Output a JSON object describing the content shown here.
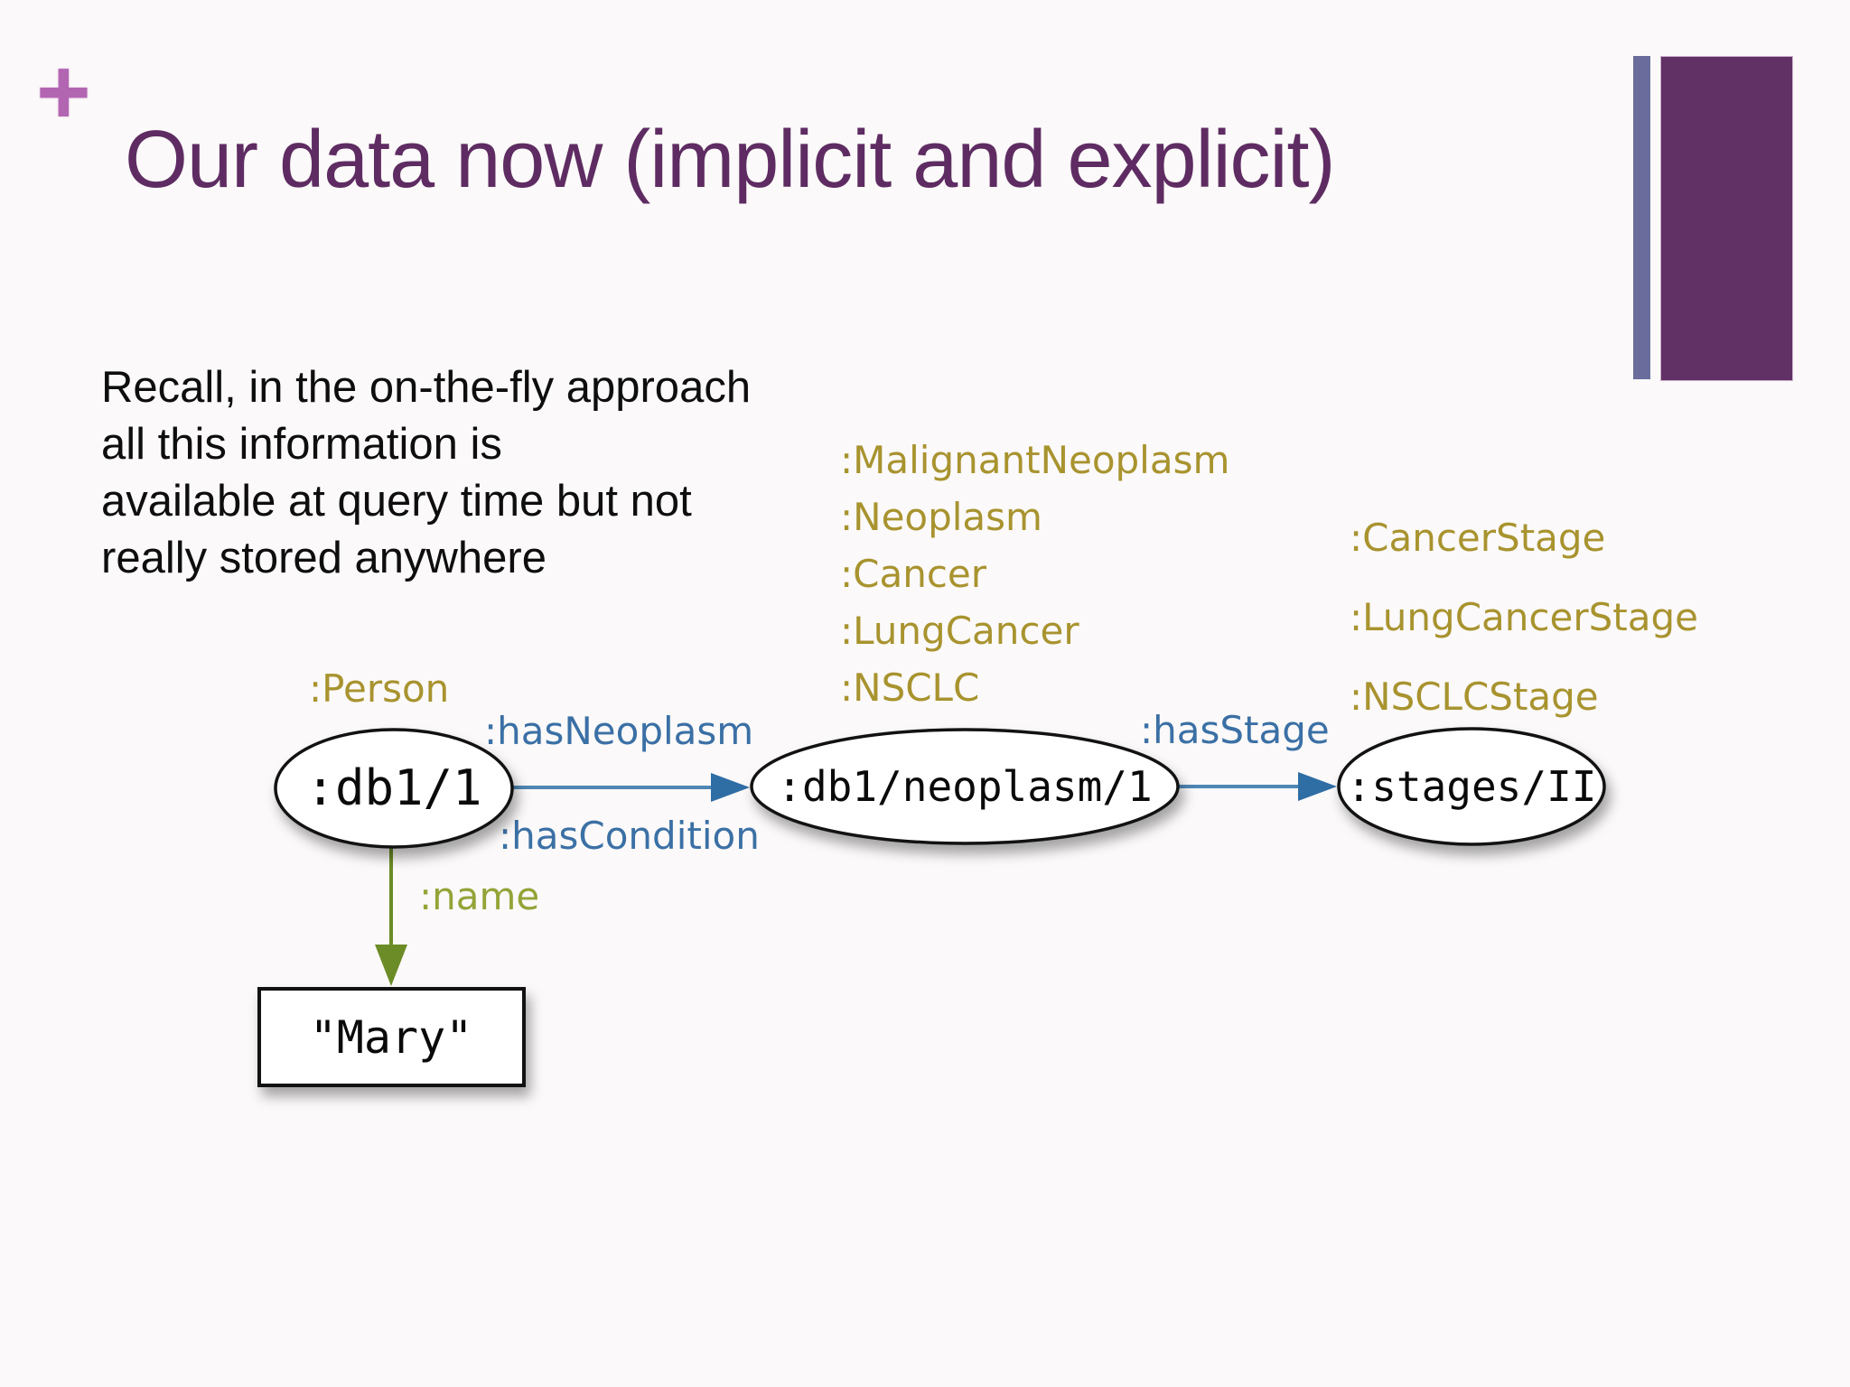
{
  "slide": {
    "plus_glyph": "+",
    "title": "Our data now (implicit and explicit)",
    "body_text": "Recall, in the on-the-fly approach\nall this information is\navailable at query time but not\nreally stored anywhere"
  },
  "diagram": {
    "person_type_label": ":Person",
    "neoplasm_type_labels": [
      ":MalignantNeoplasm",
      ":Neoplasm",
      ":Cancer",
      ":LungCancer",
      ":NSCLC"
    ],
    "stage_type_labels": [
      ":CancerStage",
      ":LungCancerStage",
      ":NSCLCStage"
    ],
    "edges": {
      "has_neoplasm": ":hasNeoplasm",
      "has_condition": ":hasCondition",
      "has_stage": ":hasStage",
      "name": ":name"
    },
    "nodes": {
      "person": ":db1/1",
      "neoplasm": ":db1/neoplasm/1",
      "stage": ":stages/II",
      "name_literal": "\"Mary\""
    }
  },
  "colors": {
    "title_purple": "#5e2c62",
    "plus_purple": "#b266b2",
    "bar_slate_blue": "#6a6d9b",
    "bar_dark_purple": "#613064",
    "type_label_olive": "#a8932f",
    "edge_label_blue": "#3b70a5",
    "edge_arrow_blue_line": "#4f86b4",
    "edge_arrowhead_blue": "#2f6da5",
    "name_label_green": "#93a438",
    "name_arrow_green": "#6b8c26",
    "node_fill": "#ffffff",
    "node_border": "#121212",
    "body_text_black": "#0e0e0e"
  }
}
